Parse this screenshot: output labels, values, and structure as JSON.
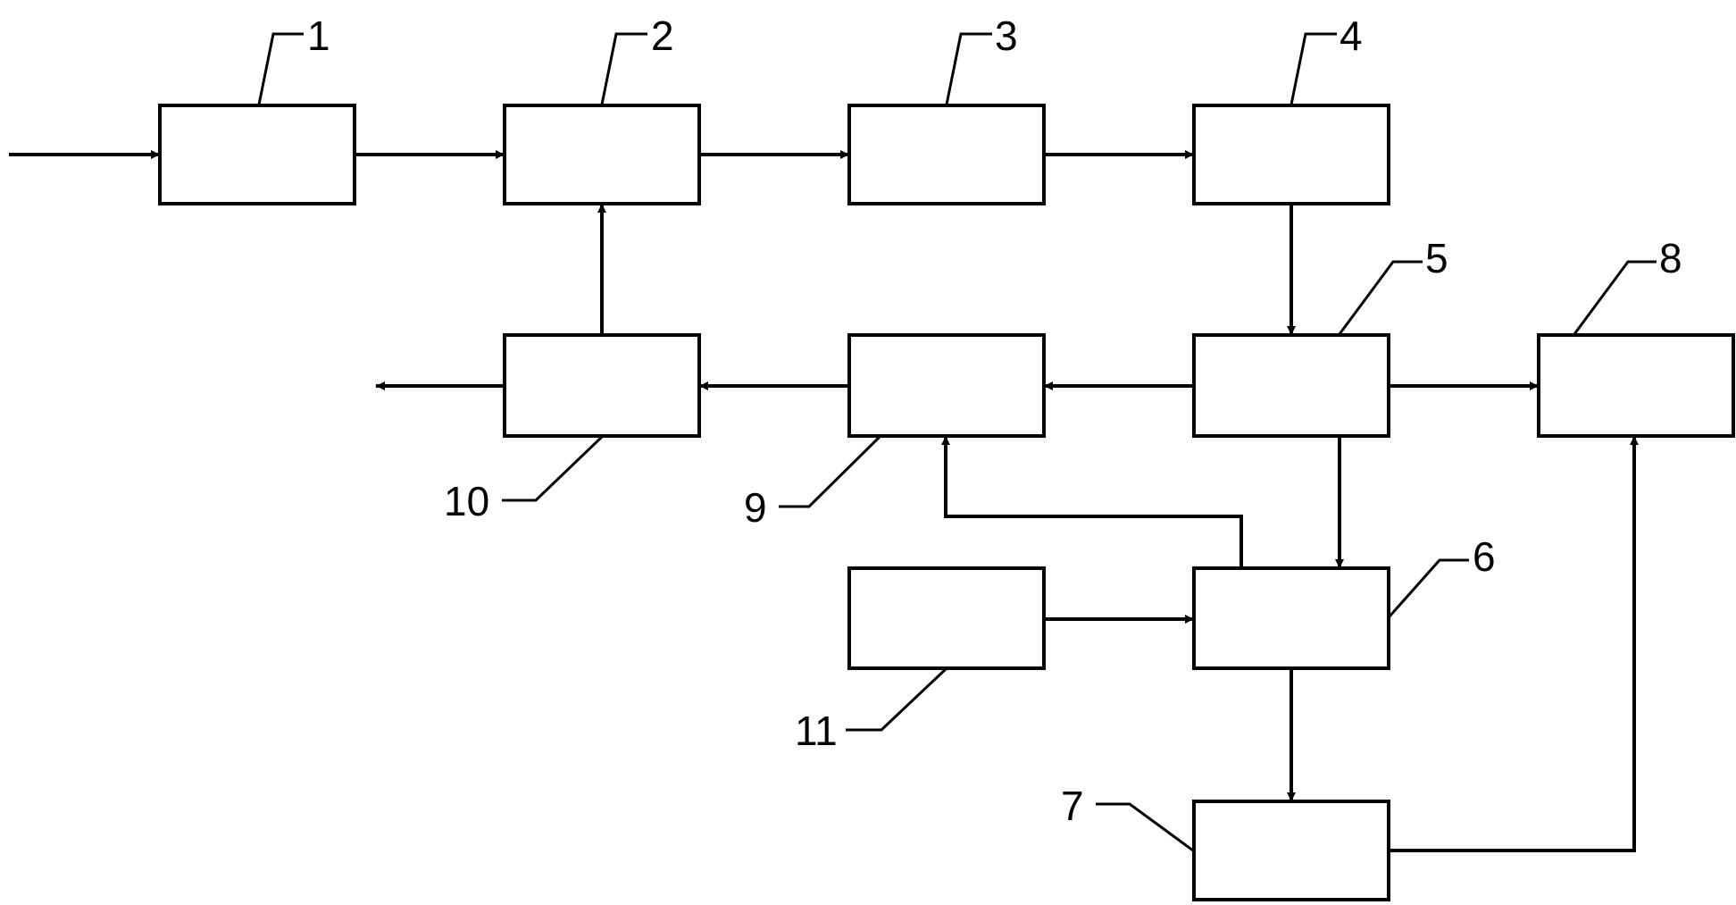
{
  "diagram": {
    "blocks": [
      {
        "id": "1",
        "label": "1"
      },
      {
        "id": "2",
        "label": "2"
      },
      {
        "id": "3",
        "label": "3"
      },
      {
        "id": "4",
        "label": "4"
      },
      {
        "id": "5",
        "label": "5"
      },
      {
        "id": "6",
        "label": "6"
      },
      {
        "id": "7",
        "label": "7"
      },
      {
        "id": "8",
        "label": "8"
      },
      {
        "id": "9",
        "label": "9"
      },
      {
        "id": "10",
        "label": "10"
      },
      {
        "id": "11",
        "label": "11"
      }
    ],
    "connections": [
      {
        "from": "input",
        "to": "1"
      },
      {
        "from": "1",
        "to": "2"
      },
      {
        "from": "2",
        "to": "3"
      },
      {
        "from": "3",
        "to": "4"
      },
      {
        "from": "4",
        "to": "5"
      },
      {
        "from": "5",
        "to": "9"
      },
      {
        "from": "9",
        "to": "10"
      },
      {
        "from": "10",
        "to": "output"
      },
      {
        "from": "10",
        "to": "2"
      },
      {
        "from": "5",
        "to": "8"
      },
      {
        "from": "5",
        "to": "6"
      },
      {
        "from": "11",
        "to": "6"
      },
      {
        "from": "6",
        "to": "9"
      },
      {
        "from": "6",
        "to": "7"
      },
      {
        "from": "7",
        "to": "8"
      }
    ]
  }
}
